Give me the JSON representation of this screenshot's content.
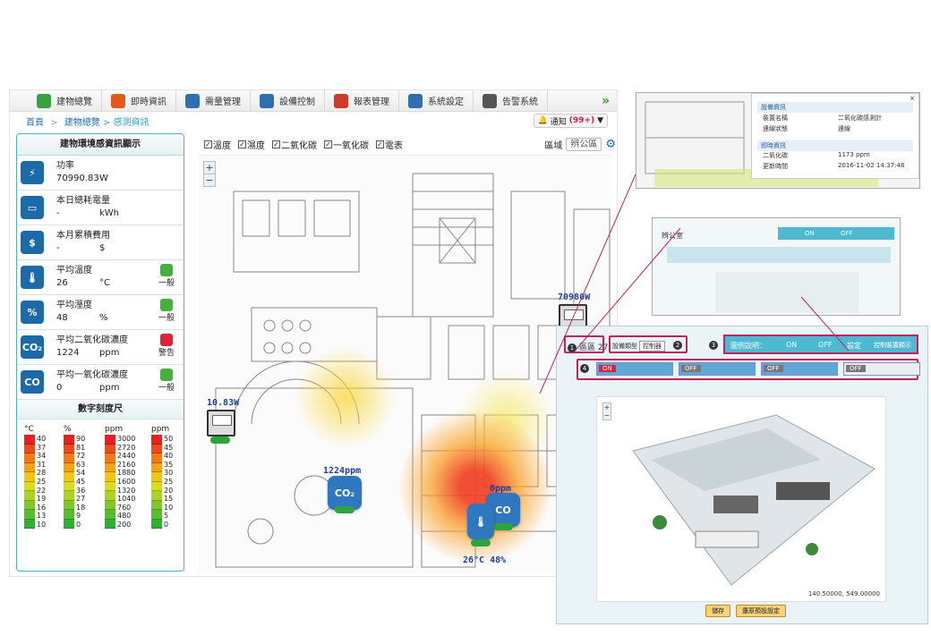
{
  "menu": [
    {
      "label": "建物總覽",
      "icon": "building-icon",
      "color": "#3aa040"
    },
    {
      "label": "即時資訊",
      "icon": "refresh-icon",
      "color": "#e05a1c"
    },
    {
      "label": "需量管理",
      "icon": "chart-icon",
      "color": "#2f6fb0"
    },
    {
      "label": "設備控制",
      "icon": "device-icon",
      "color": "#2f6fb0"
    },
    {
      "label": "報表管理",
      "icon": "report-icon",
      "color": "#d03a2a"
    },
    {
      "label": "系統設定",
      "icon": "gear-icon",
      "color": "#2f6fb0"
    },
    {
      "label": "告警系統",
      "icon": "calendar-icon",
      "color": "#555555"
    }
  ],
  "menu_more": "»",
  "breadcrumb": {
    "home": "首頁",
    "sep": ">",
    "b1": "建物總覽",
    "current": "> 感測資訊"
  },
  "notify": {
    "label": "通知",
    "count": "(99+)",
    "caret": "▼"
  },
  "left": {
    "title": "建物環境感資訊顯示",
    "rows": [
      {
        "label": "功率",
        "value": "70990.83",
        "unit": "W",
        "icon": "⚡"
      },
      {
        "label": "本日總耗電量",
        "value": "-",
        "unit": "kWh",
        "icon": "▭"
      },
      {
        "label": "本月累積費用",
        "value": "-",
        "unit": "$",
        "icon": "$"
      },
      {
        "label": "平均溫度",
        "value": "26",
        "unit": "°C",
        "status": "一般",
        "icon": "🌡"
      },
      {
        "label": "平均溼度",
        "value": "48",
        "unit": "%",
        "status": "一般",
        "icon": "%"
      },
      {
        "label": "平均二氧化碳濃度",
        "value": "1224",
        "unit": "ppm",
        "status": "警告",
        "icon": "CO₂"
      },
      {
        "label": "平均一氧化碳濃度",
        "value": "0",
        "unit": "ppm",
        "status": "一般",
        "icon": "CO"
      }
    ],
    "scale_title": "數字刻度尺",
    "scale_units": [
      "°C",
      "%",
      "ppm",
      "ppm"
    ],
    "scale_cols": [
      [
        "40",
        "37",
        "34",
        "31",
        "28",
        "25",
        "22",
        "19",
        "16",
        "13",
        "10"
      ],
      [
        "90",
        "81",
        "72",
        "63",
        "54",
        "45",
        "36",
        "27",
        "18",
        "9",
        "0"
      ],
      [
        "3000",
        "2720",
        "2440",
        "2160",
        "1880",
        "1600",
        "1320",
        "1040",
        "760",
        "480",
        "200"
      ],
      [
        "50",
        "45",
        "40",
        "35",
        "30",
        "25",
        "20",
        "15",
        "10",
        "5",
        "0"
      ]
    ]
  },
  "filters": [
    {
      "label": "溫度",
      "checked": "✓"
    },
    {
      "label": "濕度",
      "checked": "✓"
    },
    {
      "label": "二氧化碳",
      "checked": "✓"
    },
    {
      "label": "一氧化碳",
      "checked": "✓"
    },
    {
      "label": "電表",
      "checked": "✓"
    }
  ],
  "area": {
    "label": "區域",
    "value": "辨公區"
  },
  "zoom": {
    "in": "+",
    "out": "−"
  },
  "sensors": {
    "meter1": "70980W",
    "meter2": "10.83W",
    "co2": "1224ppm",
    "co2_icon": "CO₂",
    "co": "0ppm",
    "co_icon": "CO",
    "temp": "26°C 48%",
    "temp_icon": "🌡"
  },
  "popup": {
    "h1": "設備資訊",
    "r1k": "裝置名稱",
    "r1v": "二氧化碳感測計",
    "r2k": "連線狀態",
    "r2v": "連線",
    "h2": "即時資訊",
    "r3k": "二氧化碳",
    "r3v": "1173 ppm",
    "r4k": "更新時間",
    "r4v": "2016-11-02 14:37:48",
    "close": "×"
  },
  "control": {
    "area_label": "區區 27",
    "device_type_label": "設備類型",
    "device_type_value": "控制器",
    "legend_label": "圖例說明：",
    "on": "ON",
    "off": "OFF",
    "mode": "設定",
    "mode2": "控制裝置顯示",
    "switches": [
      "ON",
      "OFF",
      "OFF",
      "OFF"
    ],
    "coords": "140.50000, 549.00000",
    "save": "儲存",
    "reset": "還原預設設定",
    "nums": [
      "1",
      "2",
      "3",
      "4"
    ]
  },
  "mid": {
    "area_label": "辨公室",
    "on": "ON",
    "off": "OFF"
  }
}
